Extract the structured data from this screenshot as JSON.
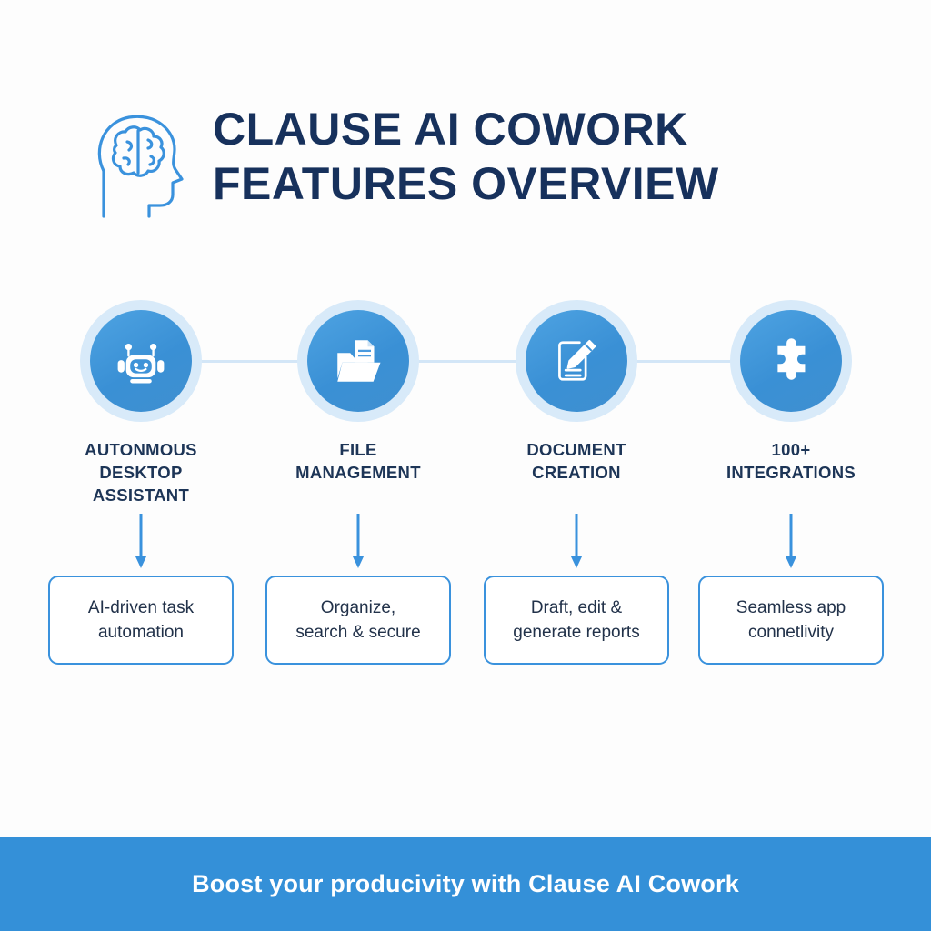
{
  "header": {
    "icon": "brain-head-icon",
    "title_line_1": "CLAUSE AI COWORK",
    "title_line_2": "FEATURES OVERVIEW"
  },
  "colors": {
    "title": "#17315c",
    "accent_blue": "#3a92dd",
    "banner_blue": "#3490d8",
    "ring_light_blue": "#d8eaf9",
    "connector_line": "#d3e6f7",
    "background": "#fdfdfd",
    "body_text": "#22324a"
  },
  "pipeline": {
    "connector": "horizontal-connector-line",
    "features": [
      {
        "icon": "robot-icon",
        "label": "AUTONMOUS\nDESKTOP\nASSISTANT",
        "label_lines": [
          "AUTONMOUS",
          "DESKTOP",
          "ASSISTANT"
        ],
        "arrow": "down-arrow",
        "description": "AI-driven task\nautomation",
        "description_lines": [
          "AI-driven task",
          "automation"
        ]
      },
      {
        "icon": "folder-document-icon",
        "label": "FILE\nMANAGEMENT",
        "label_lines": [
          "FILE",
          "MANAGEMENT"
        ],
        "arrow": "down-arrow",
        "description": "Organize,\nsearch & secure",
        "description_lines": [
          "Organize,",
          "search & secure"
        ]
      },
      {
        "icon": "document-pencil-icon",
        "label": "DOCUMENT\nCREATION",
        "label_lines": [
          "DOCUMENT",
          "CREATION"
        ],
        "arrow": "down-arrow",
        "description": "Draft, edit &\ngenerate reports",
        "description_lines": [
          "Draft, edit &",
          "generate reports"
        ]
      },
      {
        "icon": "puzzle-piece-icon",
        "label": "100+\nINTEGRATIONS",
        "label_lines": [
          "100+",
          "INTEGRATIONS"
        ],
        "arrow": "down-arrow",
        "description": "Seamless app\nconnetlivity",
        "description_lines": [
          "Seamless app",
          "connetlivity"
        ]
      }
    ]
  },
  "footer": {
    "text": "Boost your producivity with Clause AI Cowork"
  }
}
